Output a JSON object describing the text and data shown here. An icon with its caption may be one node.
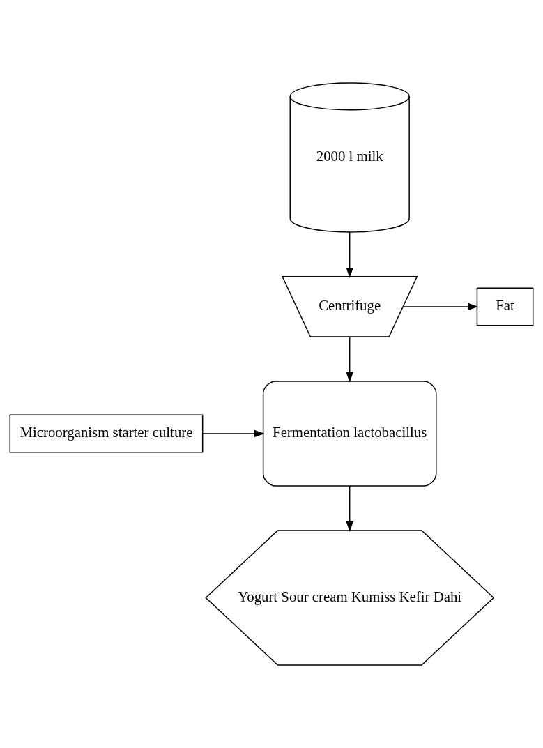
{
  "diagram": {
    "nodes": [
      {
        "text": [
          "2000 l milk"
        ]
      },
      {
        "text": [
          "Centrifuge"
        ]
      },
      {
        "text": [
          "Fat"
        ]
      },
      {
        "text": [
          "Fermentation lactobacillus"
        ]
      },
      {
        "text": [
          "Microorganism starter culture"
        ]
      },
      {
        "text": [
          "Yogurt Sour cream Kumiss Kefir Dahi"
        ]
      }
    ],
    "edges": [
      {
        "from": 0,
        "to": 1,
        "arrow": "to"
      },
      {
        "from": 1,
        "to": 2,
        "arrow": "to"
      },
      {
        "from": 1,
        "to": 3,
        "arrow": "to"
      },
      {
        "from": 4,
        "to": 3,
        "arrow": "to"
      },
      {
        "from": 3,
        "to": 5,
        "arrow": "to"
      }
    ]
  }
}
